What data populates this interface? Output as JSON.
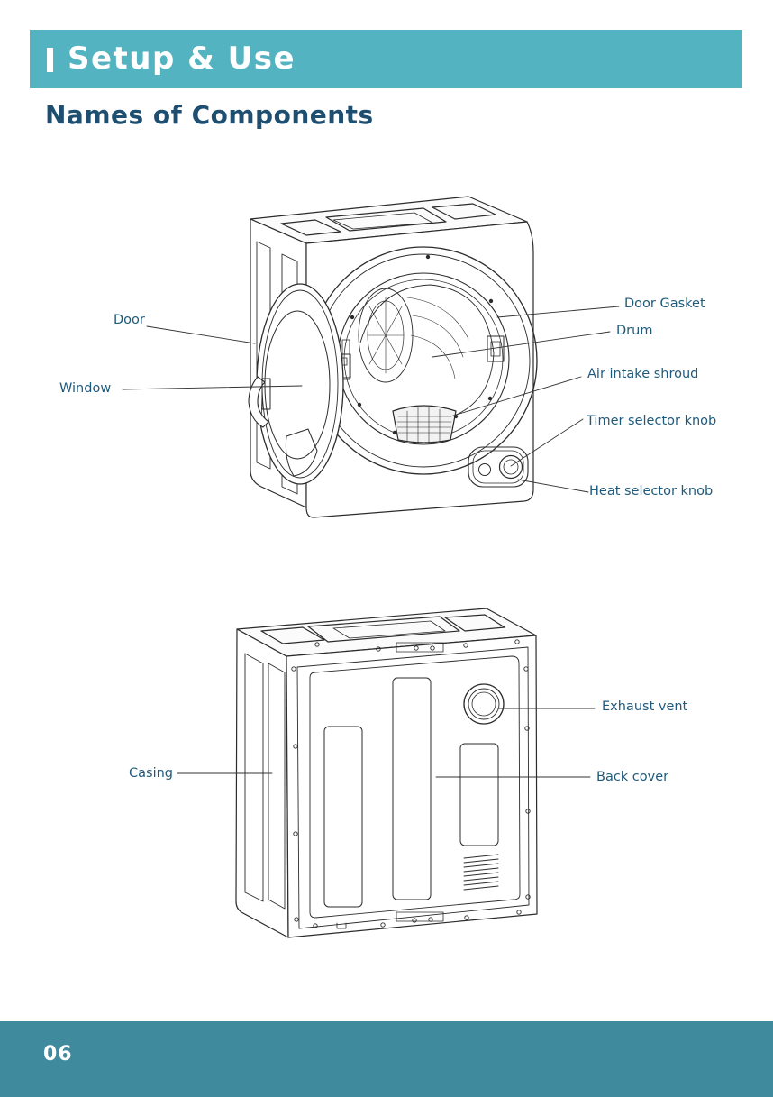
{
  "header": {
    "title": "Setup & Use"
  },
  "section": {
    "title": "Names of Components"
  },
  "front_view": {
    "labels": {
      "door": "Door",
      "window": "Window",
      "door_gasket": "Door Gasket",
      "drum": "Drum",
      "air_intake_shroud": "Air intake shroud",
      "timer_selector_knob": "Timer selector knob",
      "heat_selector_knob": "Heat selector knob"
    }
  },
  "back_view": {
    "labels": {
      "casing": "Casing",
      "exhaust_vent": "Exhaust vent",
      "back_cover": "Back cover"
    }
  },
  "footer": {
    "page_number": "06"
  },
  "colors": {
    "header": "#54b3c0",
    "footer": "#3f8a9c",
    "title": "#1f4f70",
    "label": "#1f5a7c"
  }
}
